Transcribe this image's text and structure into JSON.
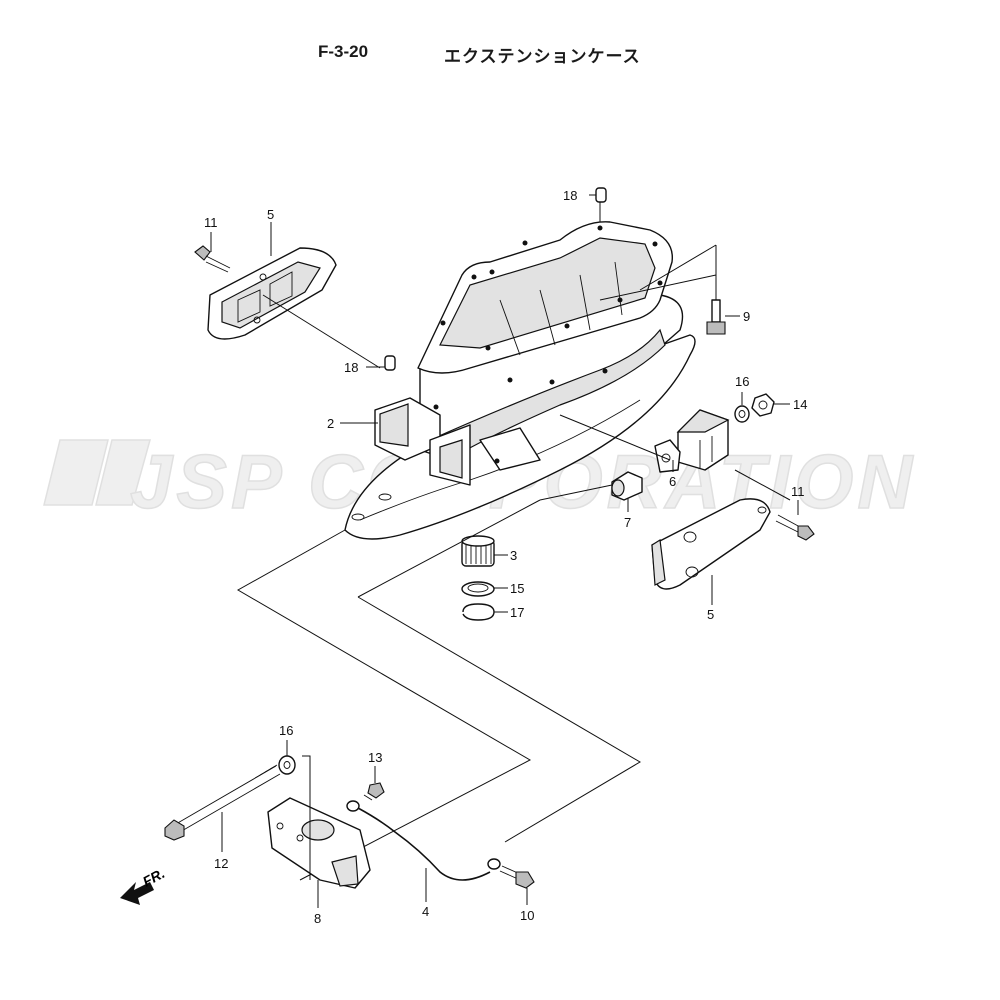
{
  "header": {
    "code": "F-3-20",
    "title": "エクステンションケース"
  },
  "watermark": {
    "text": "JSP CORPORATION",
    "color": "#efefef"
  },
  "direction_marker": {
    "text": "FR."
  },
  "callouts": [
    {
      "id": "c-11a",
      "label": "11"
    },
    {
      "id": "c-5a",
      "label": "5"
    },
    {
      "id": "c-18a",
      "label": "18"
    },
    {
      "id": "c-18b",
      "label": "18"
    },
    {
      "id": "c-9",
      "label": "9"
    },
    {
      "id": "c-2",
      "label": "2"
    },
    {
      "id": "c-16a",
      "label": "16"
    },
    {
      "id": "c-14",
      "label": "14"
    },
    {
      "id": "c-6",
      "label": "6"
    },
    {
      "id": "c-7",
      "label": "7"
    },
    {
      "id": "c-11b",
      "label": "11"
    },
    {
      "id": "c-5b",
      "label": "5"
    },
    {
      "id": "c-3",
      "label": "3"
    },
    {
      "id": "c-15",
      "label": "15"
    },
    {
      "id": "c-17",
      "label": "17"
    },
    {
      "id": "c-16b",
      "label": "16"
    },
    {
      "id": "c-13",
      "label": "13"
    },
    {
      "id": "c-12",
      "label": "12"
    },
    {
      "id": "c-8",
      "label": "8"
    },
    {
      "id": "c-4",
      "label": "4"
    },
    {
      "id": "c-10",
      "label": "10"
    }
  ]
}
